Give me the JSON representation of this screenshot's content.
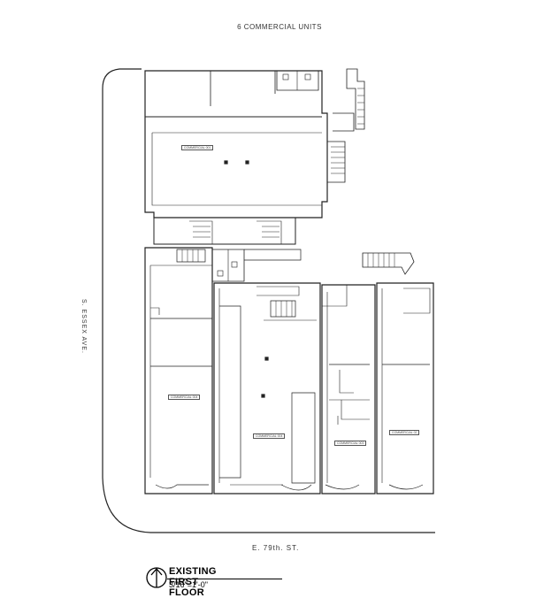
{
  "plan": {
    "header": "6  COMMERCIAL  UNITS",
    "street_south": "E.  79th.  ST.",
    "street_west": "S.  ESSEX  AVE.",
    "units": [
      "COMMERCIAL 001",
      "COMMERCIAL 004",
      "COMMERCIAL 004",
      "COMMERCIAL 003",
      "COMMERCIAL 02"
    ],
    "title": "EXISTING FIRST FLOOR",
    "scale": "3/16\"=1'-0\""
  }
}
